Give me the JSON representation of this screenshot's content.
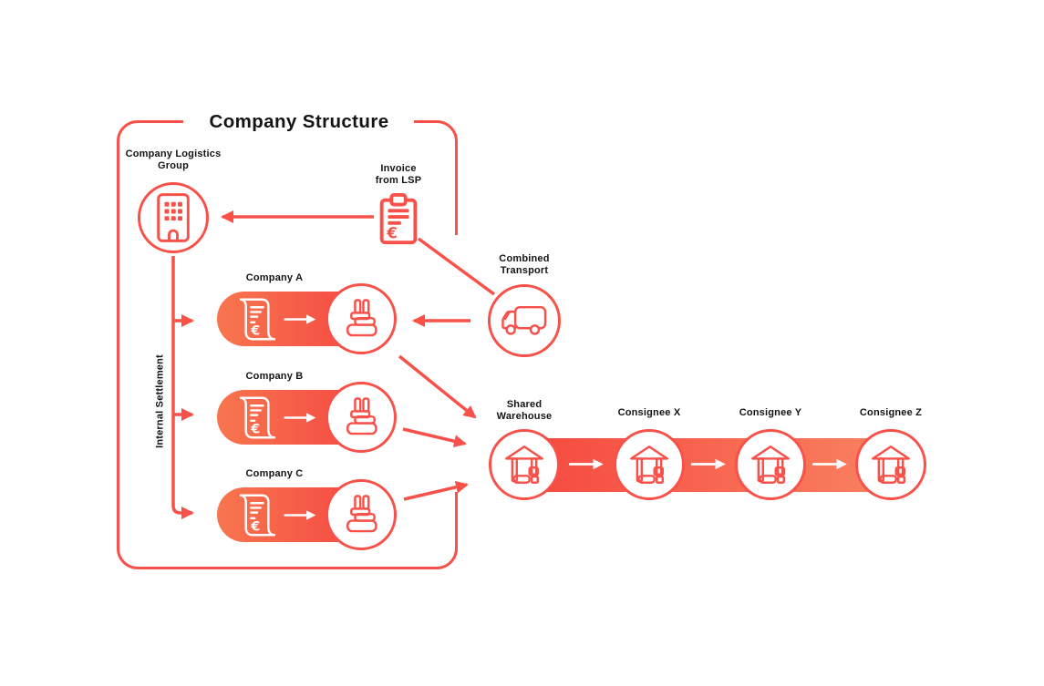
{
  "diagram": {
    "title": "Company Structure"
  },
  "labels": {
    "logistics_group": {
      "line1": "Company Logistics",
      "line2": "Group"
    },
    "invoice": {
      "line1": "Invoice",
      "line2": "from LSP"
    },
    "transport": {
      "line1": "Combined",
      "line2": "Transport"
    },
    "warehouse": {
      "line1": "Shared",
      "line2": "Warehouse"
    },
    "internal_settlement": "Internal Settlement"
  },
  "companies": [
    {
      "label": "Company A"
    },
    {
      "label": "Company B"
    },
    {
      "label": "Company C"
    }
  ],
  "consignees": [
    {
      "label": "Consignee X"
    },
    {
      "label": "Consignee Y"
    },
    {
      "label": "Consignee Z"
    }
  ],
  "icons": {
    "logistics_group": "building-icon",
    "invoice": "clipboard-euro-icon",
    "transport": "truck-icon",
    "company_document": "invoice-scroll-euro-icon",
    "company_site": "factory-icon",
    "warehouse": "warehouse-icon",
    "flow": "arrow-right-icon"
  },
  "colors": {
    "accent": "#F8514A",
    "pill_gradient_start": "#F7764E",
    "pill_gradient_end": "#F64843",
    "band_gradient_start": "#F6493F",
    "band_gradient_end": "#F98161",
    "text": "#131313"
  },
  "currency_symbol": "€"
}
